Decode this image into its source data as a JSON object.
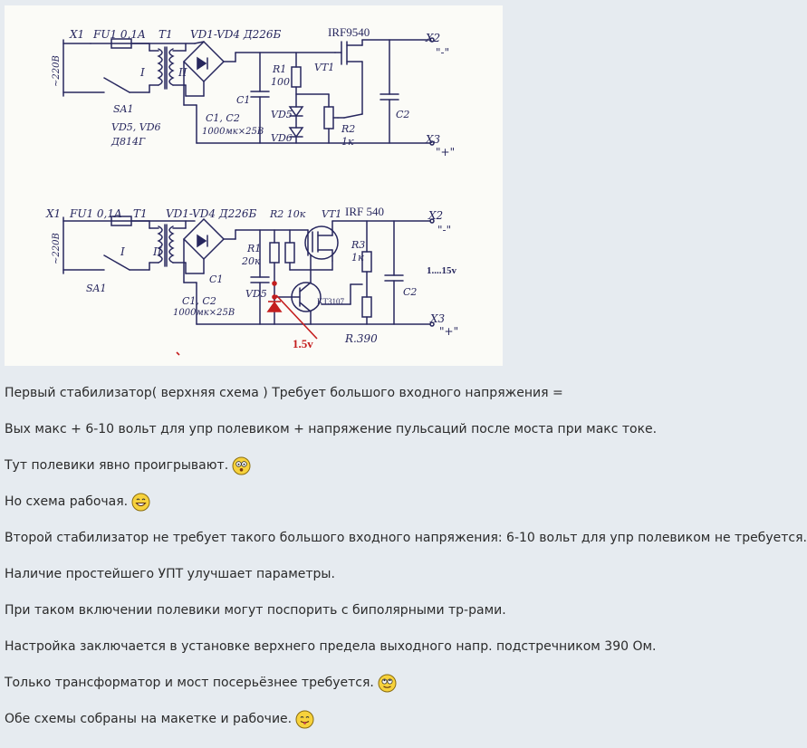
{
  "schematic_top": {
    "x1": "X1",
    "fu1": "FU1 0,1A",
    "t1": "T1",
    "bridge": "VD1-VD4 Д226Б",
    "transistor": "IRF9540",
    "x2": "X2",
    "minus": "\"-\"",
    "plus": "\"+\"",
    "mains": "~220В",
    "winding_1": "I",
    "winding_2": "II",
    "sa1": "SA1",
    "vd56": "VD5, VD6",
    "zener_type": "Д814Г",
    "c1": "C1",
    "caps": "C1, C2",
    "caps_value": "1000мк×25В",
    "r1": "R1",
    "r1_value": "100",
    "vt1": "VT1",
    "vd5": "VD5",
    "vd6": "VD6",
    "r2": "R2",
    "r2_value": "1к",
    "c2": "C2",
    "x3": "X3"
  },
  "schematic_bottom": {
    "x1": "X1",
    "fu1": "FU1 0,1A",
    "t1": "T1",
    "bridge": "VD1-VD4 Д226Б",
    "r2": "R2 10к",
    "vt1": "VT1",
    "transistor": "IRF 540",
    "x2": "X2",
    "minus": "\"-\"",
    "plus": "\"+\"",
    "mains": "~220В",
    "winding_1": "I",
    "winding_2": "II",
    "sa1": "SA1",
    "r1": "R1",
    "r1_value": "20к",
    "c1": "C1",
    "caps": "C1, C2",
    "caps_value": "1000мк×25В",
    "vd5": "VD5",
    "bjt": "KT3107",
    "r3": "R3",
    "r3_value": "1к",
    "c2": "C2",
    "range": "1....15v",
    "x3": "X3",
    "ref_voltage": "1.5v",
    "r_trim": "R.390"
  },
  "post": {
    "paragraphs": [
      {
        "text": "Первый стабилизатор( верхняя схема ) Требует большого входного напряжения =",
        "smiley": null
      },
      {
        "text": "Вых макс + 6-10 вольт для упр полевиком + напряжение пульсаций после моста при макс токе.",
        "smiley": null
      },
      {
        "text": "Тут полевики явно проигрывают.",
        "smiley": "wide-eyed-smiley-icon"
      },
      {
        "text": "Но схема рабочая.",
        "smiley": "grin-smiley-icon"
      },
      {
        "text": "Второй стабилизатор не требует такого большого входного напряжения: 6-10 вольт для упр полевиком не требуется.",
        "smiley": null
      },
      {
        "text": "Наличие простейшего УПТ улучшает параметры.",
        "smiley": null
      },
      {
        "text": "При таком включении полевики могут поспорить с биполярными тр-рами.",
        "smiley": null
      },
      {
        "text": "Настройка заключается в установке верхнего предела выходного напр. подстречником 390 Ом.",
        "smiley": null
      },
      {
        "text": "Только трансформатор и мост посерьёзнее требуется.",
        "smiley": "rolling-eyes-smiley-icon"
      },
      {
        "text": "Обе схемы собраны на макетке и рабочие.",
        "smiley": "tongue-smiley-icon"
      }
    ]
  },
  "colors": {
    "background": "#e6ebf0",
    "schematic_ink": "#27275e",
    "schematic_paper": "#fbfbf7",
    "annotation_red": "#c41e1e",
    "text": "#2b2b2b",
    "smiley_yellow": "#f7d23c"
  }
}
